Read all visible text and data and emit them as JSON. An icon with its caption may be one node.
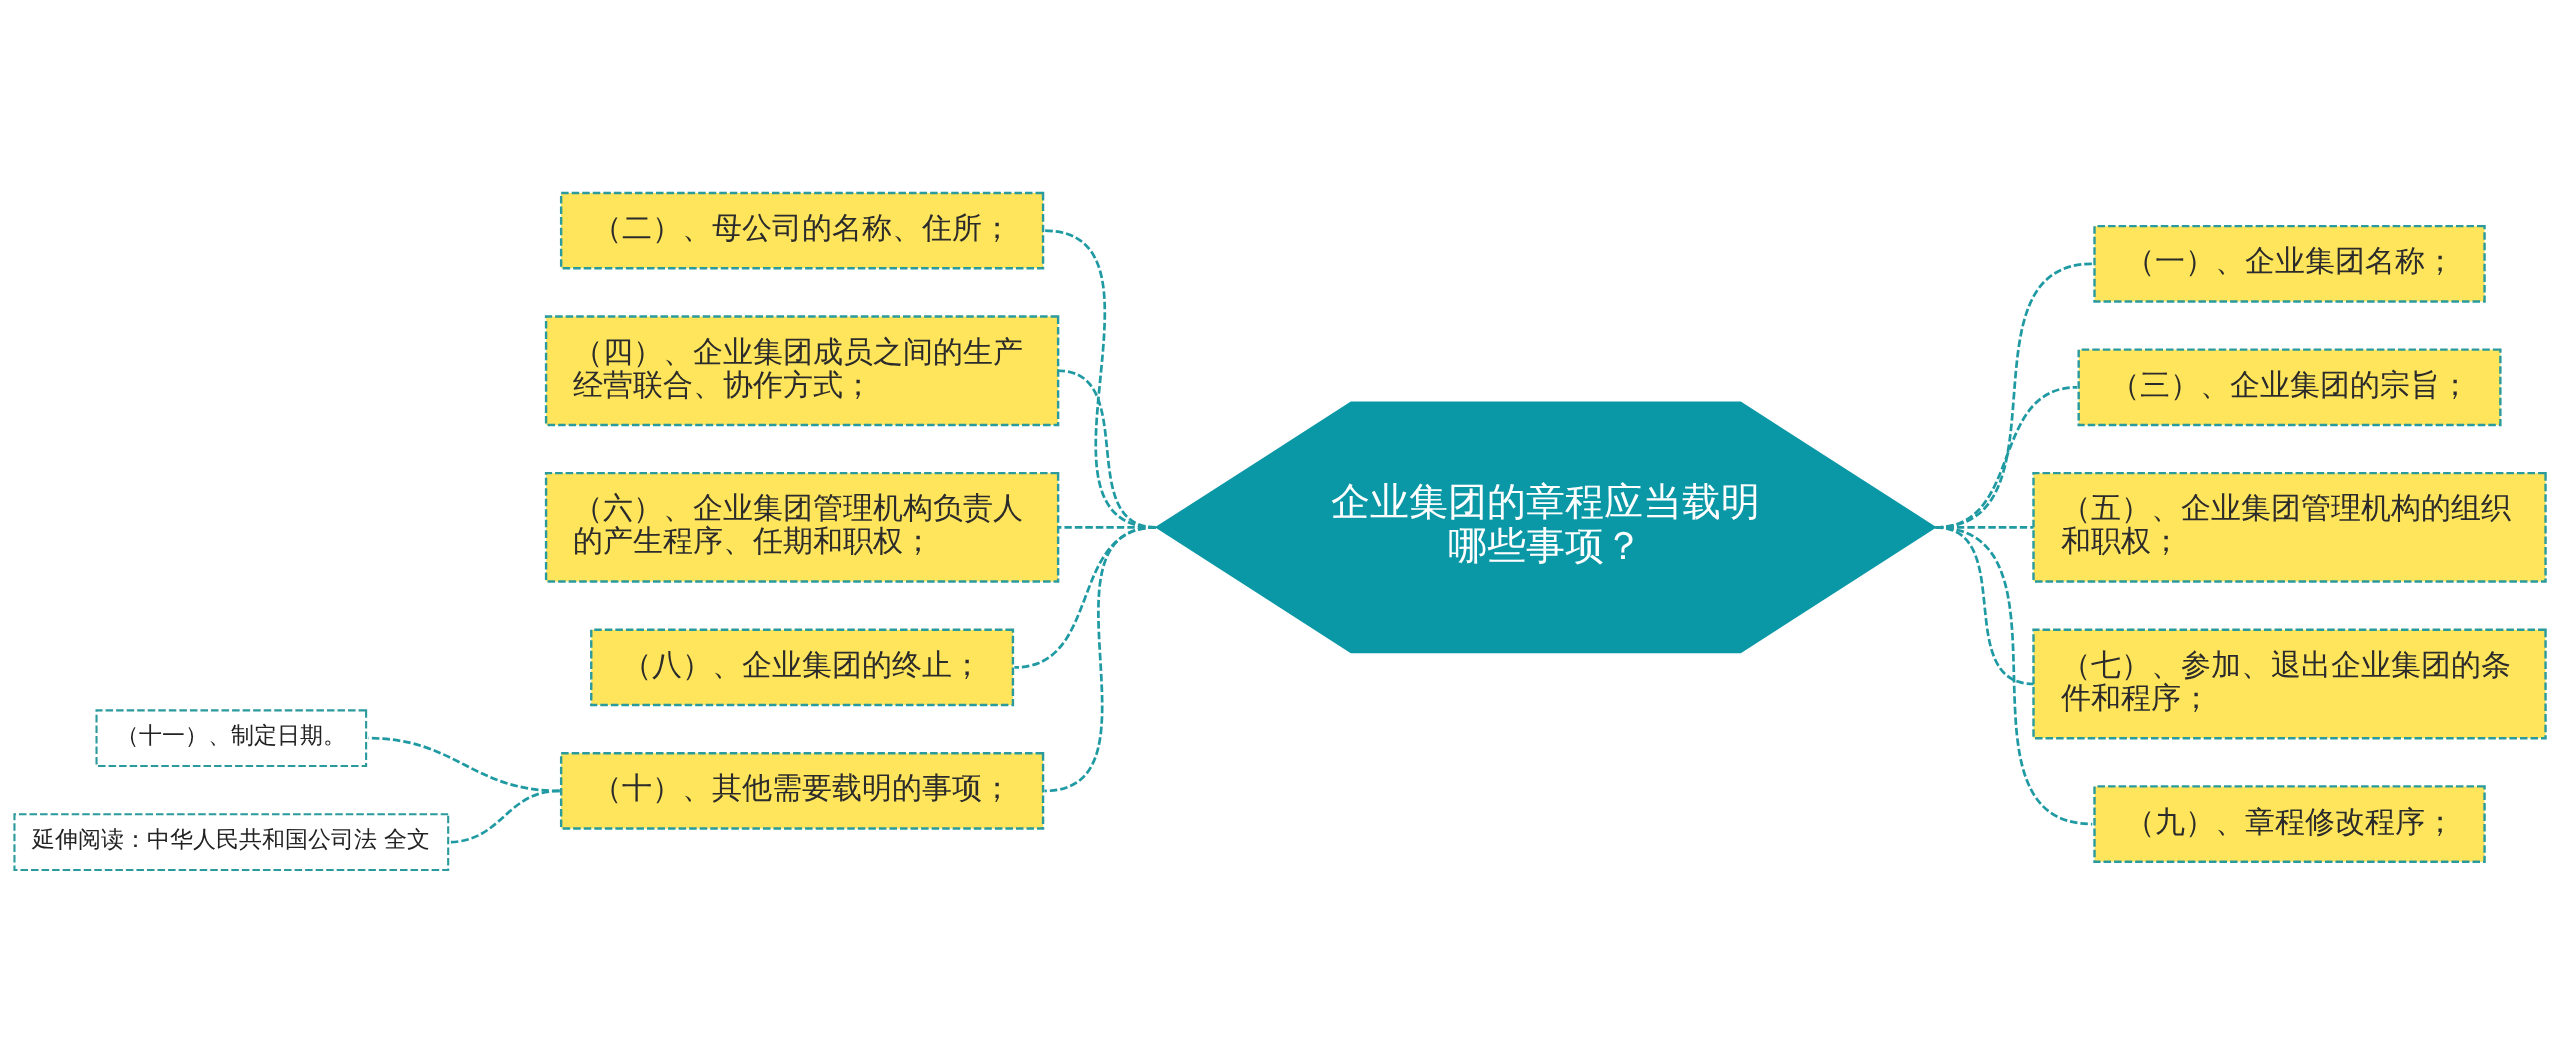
{
  "diagram": {
    "nodes": [
      {
        "text": [
          "企业集团的章程应当载明哪些事项？"
        ]
      },
      {
        "text": [
          "（一）、企业集团名称；"
        ]
      },
      {
        "text": [
          "（二）、母公司的名称、住所；"
        ]
      },
      {
        "text": [
          "（三）、企业集团的宗旨；"
        ]
      },
      {
        "text": [
          "（四）、企业集团成员之间的生产经营联合、协作方式；"
        ]
      },
      {
        "text": [
          "（五）、企业集团管理机构的组织和职权；"
        ]
      },
      {
        "text": [
          "（六）、企业集团管理机构负责人的产生程序、任期和职权；"
        ]
      },
      {
        "text": [
          "（七）、参加、退出企业集团的条件和程序；"
        ]
      },
      {
        "text": [
          "（八）、企业集团的终止；"
        ]
      },
      {
        "text": [
          "（九）、章程修改程序；"
        ]
      },
      {
        "text": [
          "（十）、其他需要载明的事项；"
        ]
      },
      {
        "text": [
          "（十一）、制定日期。"
        ]
      },
      {
        "text": [
          "延伸阅读：中华人民共和国公司法 全文"
        ]
      }
    ],
    "edges": [
      {
        "from": 0,
        "to": 1,
        "arrow": "none",
        "style": "dashed"
      },
      {
        "from": 0,
        "to": 2,
        "arrow": "none",
        "style": "dashed"
      },
      {
        "from": 0,
        "to": 3,
        "arrow": "none",
        "style": "dashed"
      },
      {
        "from": 0,
        "to": 4,
        "arrow": "none",
        "style": "dashed"
      },
      {
        "from": 0,
        "to": 5,
        "arrow": "none",
        "style": "dashed"
      },
      {
        "from": 0,
        "to": 6,
        "arrow": "none",
        "style": "dashed"
      },
      {
        "from": 0,
        "to": 7,
        "arrow": "none",
        "style": "dashed"
      },
      {
        "from": 0,
        "to": 8,
        "arrow": "none",
        "style": "dashed"
      },
      {
        "from": 0,
        "to": 9,
        "arrow": "none",
        "style": "dashed"
      },
      {
        "from": 0,
        "to": 10,
        "arrow": "none",
        "style": "dashed"
      },
      {
        "from": 10,
        "to": 11,
        "arrow": "none",
        "style": "dashed"
      },
      {
        "from": 10,
        "to": 12,
        "arrow": "none",
        "style": "dashed"
      }
    ]
  }
}
